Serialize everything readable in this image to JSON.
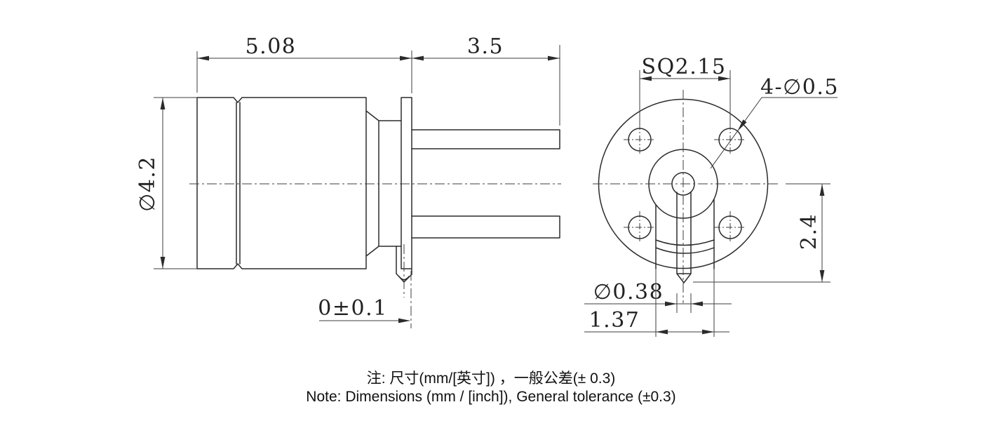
{
  "side_view": {
    "dim_body_length": "5.08",
    "dim_leg_length": "3.5",
    "dim_body_diameter": "∅4.2",
    "dim_pin_flush": "0±0.1"
  },
  "front_view": {
    "dim_leg_square": "SQ2.15",
    "dim_leg_holes": "4-∅0.5",
    "dim_pin_depth": "2.4",
    "dim_pin_diameter": "∅0.38",
    "dim_tab_width": "1.37"
  },
  "notes": {
    "zh": "注: 尺寸(mm/[英寸]) ，一般公差(± 0.3)",
    "en": "Note: Dimensions (mm / [inch]), General tolerance (±0.3)"
  },
  "colors": {
    "outline": "#2b2b2b",
    "thin": "#3d3d3d",
    "background": "#ffffff"
  }
}
